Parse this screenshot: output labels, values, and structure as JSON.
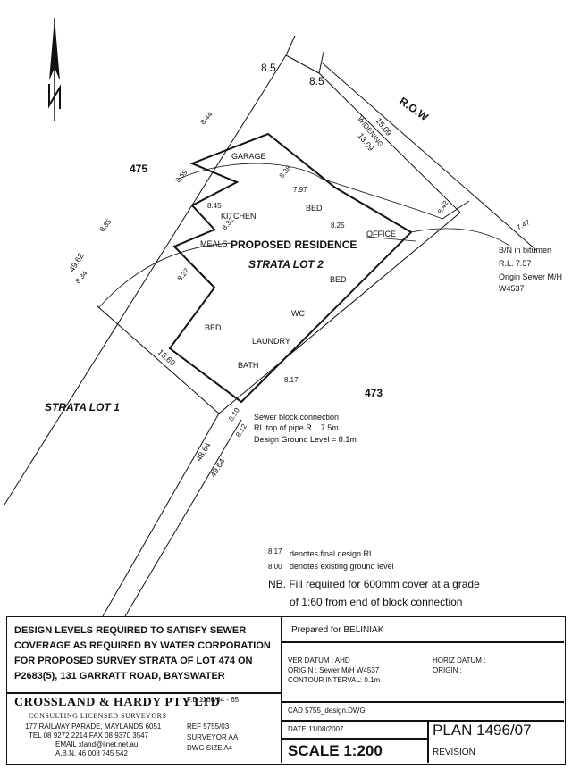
{
  "labels": {
    "row": "R.O.W",
    "lot475": "475",
    "lot473": "473",
    "strata_lot_1": "STRATA LOT 1",
    "strata_lot_2": "STRATA LOT 2",
    "proposed_residence": "PROPOSED RESIDENCE",
    "garage": "GARAGE",
    "kitchen": "KITCHEN",
    "meals": "MEALS",
    "bed_1": "BED",
    "bed_2": "BED",
    "bed_3": "BED",
    "office": "OFFICE",
    "wc": "WC",
    "laundry": "LAUNDRY",
    "bath": "BATH",
    "widening": "WIDENING"
  },
  "dimensions": {
    "d_8_5a": "8.5",
    "d_8_5b": "8.5",
    "d_15_09": "15.09",
    "d_13_09": "13.09",
    "d_49_62": "49.62",
    "d_48_64": "48.64",
    "d_49_64": "49.64",
    "d_13_69": "13.69"
  },
  "levels": {
    "l_8_44": "8.44",
    "l_8_38": "8.38",
    "l_8_59": "8.59",
    "l_7_97": "7.97",
    "l_8_45": "8.45",
    "l_8_32": "8.32",
    "l_8_25": "8.25",
    "l_8_27": "8.27",
    "l_8_35": "8.35",
    "l_8_34": "8.34",
    "l_8_17": "8.17",
    "l_8_10": "8.10",
    "l_8_12": "8.12",
    "l_7_47": "7.47",
    "l_8_42": "8.42"
  },
  "benchmark": {
    "line1": "B/N in bitumen",
    "line2": "R.L. 7.57",
    "line3": "Origin Sewer M/H",
    "line4": "W4537"
  },
  "sewer": {
    "line1": "Sewer block connection",
    "line2": "RL top of pipe R.L.7.5m",
    "line3": "Design Ground Level = 8.1m"
  },
  "legend": {
    "final_sym": "8.17",
    "final_text": "denotes final design RL",
    "exist_sym": "8.00",
    "exist_text": "denotes existing ground level",
    "nb_line1": "NB. Fill required for 600mm cover at a grade",
    "nb_line2": "of 1:60 from end of block connection"
  },
  "titleblock": {
    "desc_line1": "DESIGN LEVELS REQUIRED TO SATISFY SEWER",
    "desc_line2": "COVERAGE AS REQUIRED BY WATER CORPORATION",
    "desc_line3": "FOR PROPOSED SURVEY STRATA OF LOT 474 ON",
    "desc_line4": "P2683(5), 131 GARRATT ROAD, BAYSWATER",
    "firm_name": "CROSSLAND & HARDY PTY LTD",
    "firm_sub": "CONSULTING LICENSED SURVEYORS",
    "address": "177 RAILWAY PARADE, MAYLANDS 6051",
    "tel": "TEL 08 9272 2214    FAX 08 9370 3547",
    "email": "EMAIL xland@iinet.net.au",
    "abn": "A.B.N. 46 008 745 542",
    "fb": "F.B 1166/64 - 65",
    "ref": "REF 5755/03",
    "surveyor": "SURVEYOR AA",
    "dwg_size": "DWG SIZE A4",
    "prepared_for": "Prepared for BELINIAK",
    "ver_datum": "VER DATUM : AHD",
    "origin": "ORIGIN : Sewer M/H W4537",
    "contour": "CONTOUR INTERVAL: 0.1m",
    "horiz_datum": "HORIZ DATUM :",
    "horiz_origin": "ORIGIN :",
    "cad": "CAD 5755_design.DWG",
    "date": "DATE 11/08/2007",
    "plan": "PLAN 1496/07",
    "scale": "SCALE 1:200",
    "revision": "REVISION"
  }
}
